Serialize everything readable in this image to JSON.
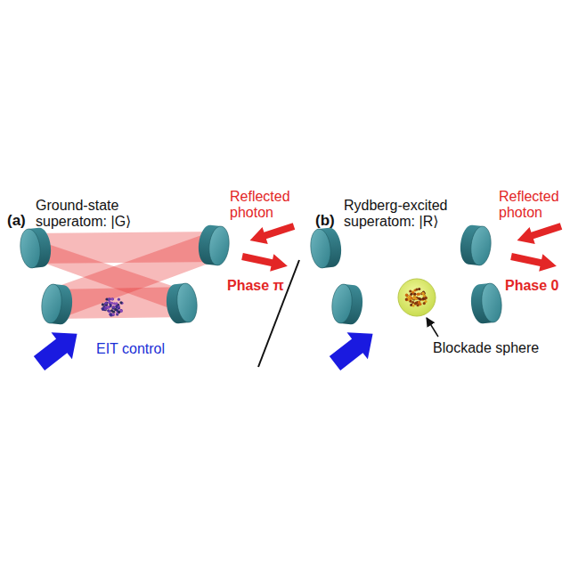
{
  "diagram": {
    "labels": [
      "(a)",
      "Ground-state superatom: |G⟩",
      "Reflected photon",
      "Phase π",
      "EIT control",
      "(b)",
      "Rydberg-excited superatom: |R⟩",
      "Reflected photon",
      "Phase 0",
      "Blockade sphere"
    ]
  }
}
